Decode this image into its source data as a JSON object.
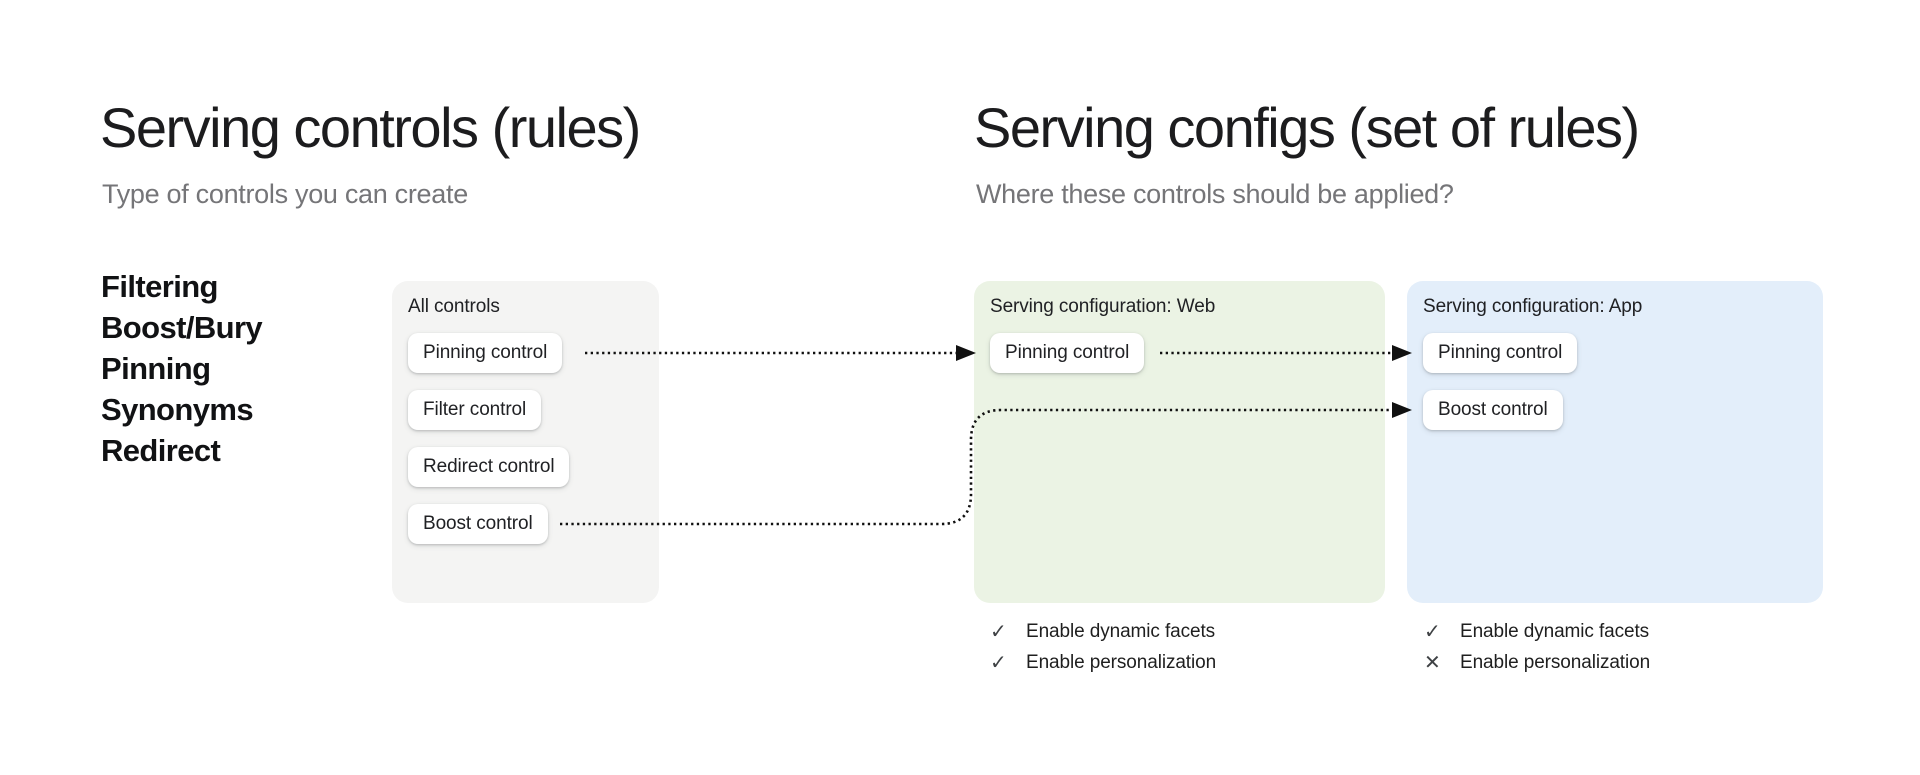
{
  "left_panel": {
    "title": "Serving controls (rules)",
    "subtitle": "Type of controls you can create",
    "control_types": [
      "Filtering",
      "Boost/Bury",
      "Pinning",
      "Synonyms",
      "Redirect"
    ]
  },
  "right_panel": {
    "title": "Serving configs (set of rules)",
    "subtitle": "Where these controls should be applied?"
  },
  "all_controls_card": {
    "label": "All controls",
    "controls": [
      "Pinning control",
      "Filter control",
      "Redirect control",
      "Boost control"
    ]
  },
  "web_card": {
    "label": "Serving configuration: Web",
    "controls": [
      "Pinning control"
    ],
    "features": [
      {
        "label": "Enable dynamic facets",
        "status": "enabled"
      },
      {
        "label": "Enable personalization",
        "status": "enabled"
      }
    ]
  },
  "app_card": {
    "label": "Serving configuration: App",
    "controls": [
      "Pinning control",
      "Boost control"
    ],
    "features": [
      {
        "label": "Enable dynamic facets",
        "status": "enabled"
      },
      {
        "label": "Enable personalization",
        "status": "disabled"
      }
    ]
  },
  "flows": [
    {
      "from": "All controls / Pinning control",
      "to": "Serving configuration: Web / Pinning control",
      "style": "dotted-arrow"
    },
    {
      "from": "Serving configuration: Web / Pinning control",
      "to": "Serving configuration: App / Pinning control",
      "style": "dotted-arrow"
    },
    {
      "from": "All controls / Boost control",
      "to": "Serving configuration: App / Boost control",
      "style": "dotted-arrow"
    }
  ],
  "icons": {
    "enabled": "✓",
    "disabled": "✕"
  },
  "colors": {
    "all_controls_card_bg": "#f4f4f3",
    "web_card_bg": "#ebf3e4",
    "app_card_bg": "#e3eefa",
    "title_text": "#1c1c1e",
    "subtitle_text": "#757578",
    "arrow": "#101010",
    "pill_bg": "#ffffff"
  }
}
